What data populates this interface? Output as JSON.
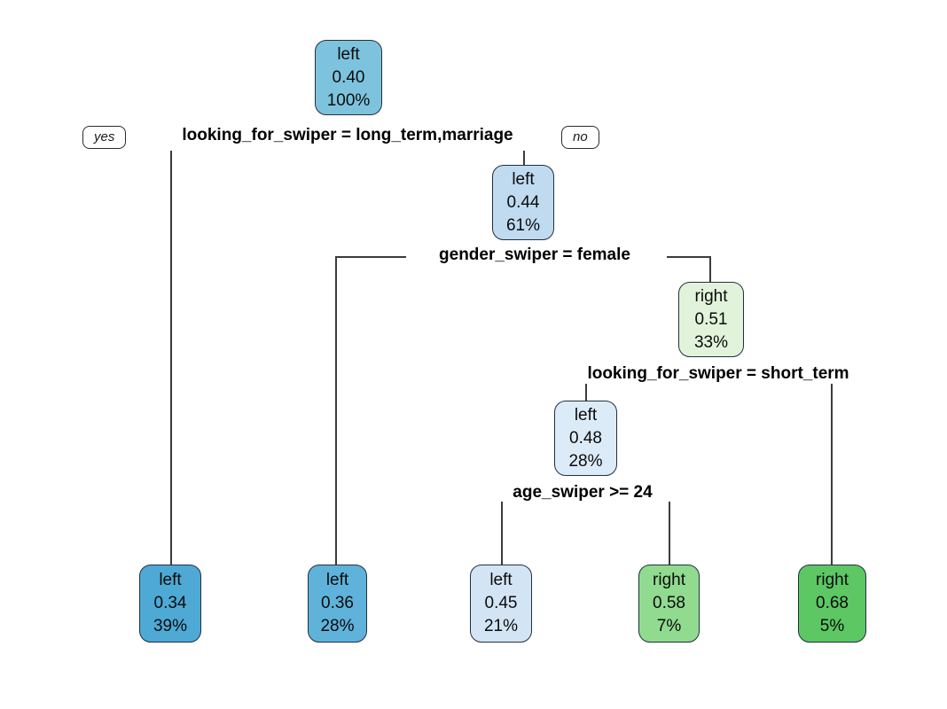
{
  "diagram_type": "decision-tree",
  "colors": {
    "background": "#ffffff",
    "node_border": "#22303c",
    "edge": "#3c3c3c",
    "text": "#000000"
  },
  "branch_labels": {
    "yes": "yes",
    "no": "no"
  },
  "splits": [
    {
      "condition": "looking_for_swiper = long_term,marriage"
    },
    {
      "condition": "gender_swiper = female"
    },
    {
      "condition": "looking_for_swiper = short_term"
    },
    {
      "condition": "age_swiper >= 24"
    }
  ],
  "nodes": [
    {
      "label": "left",
      "value": "0.40",
      "percent": "100%",
      "color": "#7EC3DE"
    },
    {
      "label": "left",
      "value": "0.44",
      "percent": "61%",
      "color": "#C0DBF0"
    },
    {
      "label": "right",
      "value": "0.51",
      "percent": "33%",
      "color": "#E2F3DB"
    },
    {
      "label": "left",
      "value": "0.48",
      "percent": "28%",
      "color": "#DCEBF8"
    },
    {
      "label": "left",
      "value": "0.34",
      "percent": "39%",
      "color": "#4EA9D5"
    },
    {
      "label": "left",
      "value": "0.36",
      "percent": "28%",
      "color": "#5FB2DA"
    },
    {
      "label": "left",
      "value": "0.45",
      "percent": "21%",
      "color": "#D3E5F5"
    },
    {
      "label": "right",
      "value": "0.58",
      "percent": "7%",
      "color": "#90DB8F"
    },
    {
      "label": "right",
      "value": "0.68",
      "percent": "5%",
      "color": "#5CC763"
    }
  ],
  "hierarchy": {
    "node": "left 0.40 100%",
    "split": "looking_for_swiper = long_term,marriage",
    "yes": {
      "node": "left 0.34 39%"
    },
    "no": {
      "node": "left 0.44 61%",
      "split": "gender_swiper = female",
      "yes": {
        "node": "left 0.36 28%"
      },
      "no": {
        "node": "right 0.51 33%",
        "split": "looking_for_swiper = short_term",
        "yes": {
          "node": "left 0.48 28%",
          "split": "age_swiper >= 24",
          "yes": {
            "node": "left 0.45 21%"
          },
          "no": {
            "node": "right 0.58 7%"
          }
        },
        "no": {
          "node": "right 0.68 5%"
        }
      }
    }
  }
}
